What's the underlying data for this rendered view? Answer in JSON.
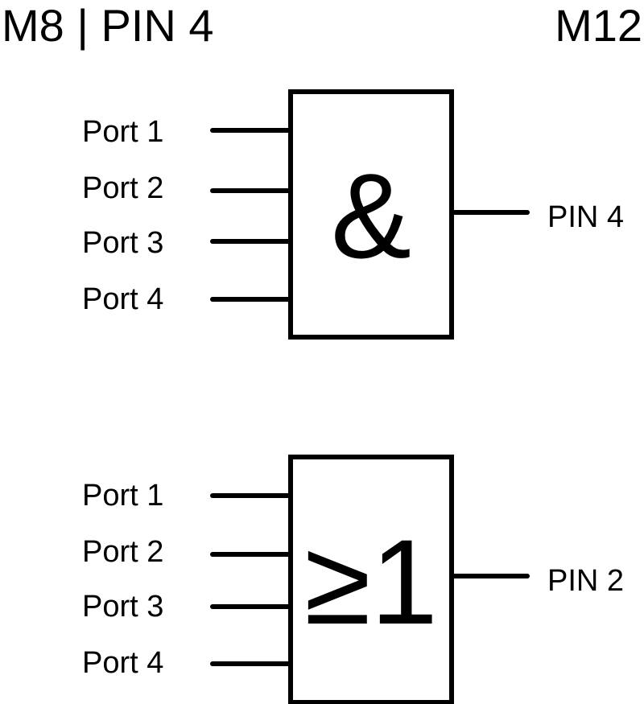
{
  "header": {
    "left_title": "M8 | PIN 4",
    "right_title": "M12"
  },
  "gates": [
    {
      "symbol": "&",
      "inputs": [
        "Port 1",
        "Port 2",
        "Port 3",
        "Port 4"
      ],
      "output": "PIN 4"
    },
    {
      "symbol": "≥1",
      "inputs": [
        "Port 1",
        "Port 2",
        "Port 3",
        "Port 4"
      ],
      "output": "PIN 2"
    }
  ],
  "colors": {
    "stroke": "#000000",
    "background": "#ffffff"
  }
}
